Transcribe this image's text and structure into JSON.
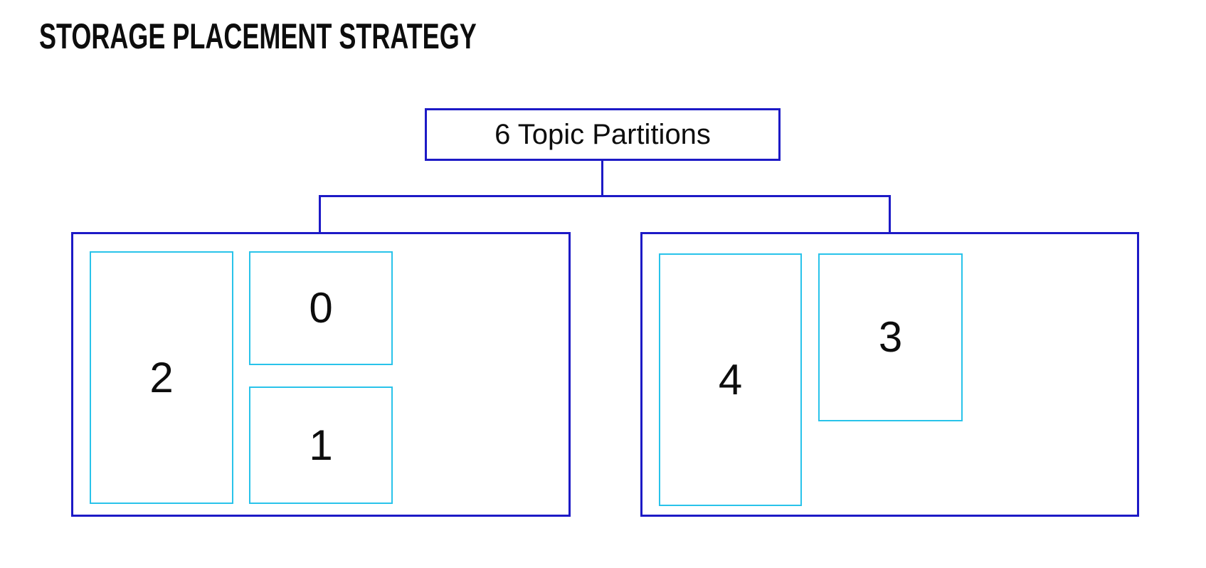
{
  "title": "STORAGE PLACEMENT STRATEGY",
  "root": {
    "label": "6 Topic Partitions"
  },
  "brokers": [
    {
      "partitions": [
        {
          "label": "2"
        },
        {
          "label": "0"
        },
        {
          "label": "1"
        }
      ]
    },
    {
      "partitions": [
        {
          "label": "4"
        },
        {
          "label": "3"
        }
      ]
    }
  ],
  "colors": {
    "node-border": "#1d1ac6",
    "partition-border": "#29c3ea",
    "text": "#0d0d0d",
    "bg": "#ffffff"
  }
}
